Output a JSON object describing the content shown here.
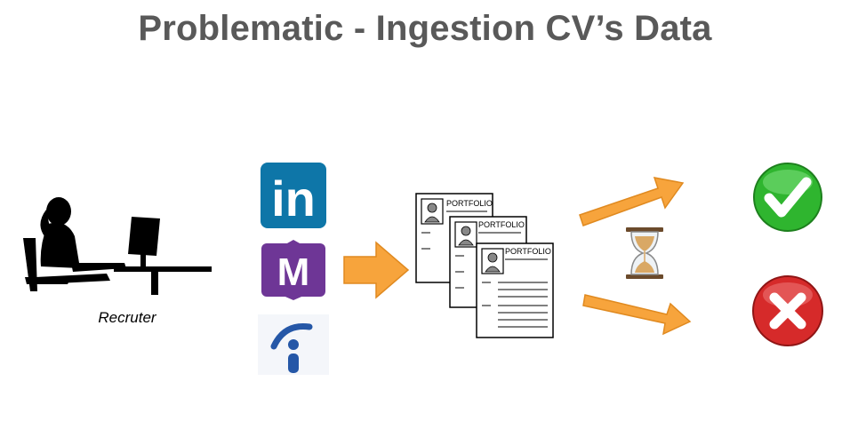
{
  "slide": {
    "title": "Problematic - Ingestion CV’s Data",
    "recruiter_caption": "Recruter",
    "portfolio_label": "PORTFOLIO"
  },
  "logos": {
    "linkedin": "in",
    "monster": "M",
    "indeed": "i"
  },
  "colors": {
    "title": "#595959",
    "arrow_fill": "#F7A43C",
    "arrow_stroke": "#E08A20",
    "linkedin": "#0E76A8",
    "monster": "#6E3696",
    "indeed": "#2557A7",
    "success": "#2FB52F",
    "failure": "#D62A2A"
  },
  "icons": [
    "recruiter-at-desk",
    "linkedin-logo",
    "monster-logo",
    "indeed-logo",
    "cv-stack",
    "hourglass",
    "check-mark",
    "cross-mark"
  ]
}
